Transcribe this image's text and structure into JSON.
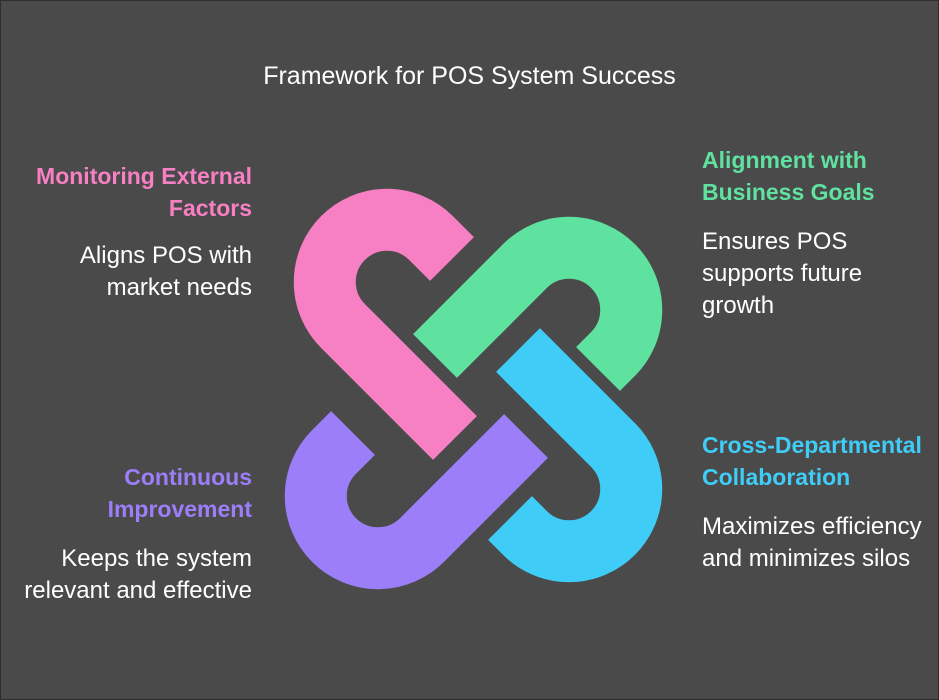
{
  "title": "Framework for POS System Success",
  "colors": {
    "pink": "#f77fc3",
    "green": "#5fe2a0",
    "purple": "#9b7ef8",
    "blue": "#3fcdf7",
    "background": "#4a4a4a"
  },
  "items": {
    "monitoring": {
      "heading": "Monitoring External Factors",
      "description": "Aligns POS with market needs"
    },
    "alignment": {
      "heading": "Alignment with Business Goals",
      "description": "Ensures POS supports future growth"
    },
    "improvement": {
      "heading": "Continuous Improvement",
      "description": "Keeps the system relevant and effective"
    },
    "collaboration": {
      "heading": "Cross-Departmental Collaboration",
      "description": "Maximizes efficiency and minimizes silos"
    }
  }
}
